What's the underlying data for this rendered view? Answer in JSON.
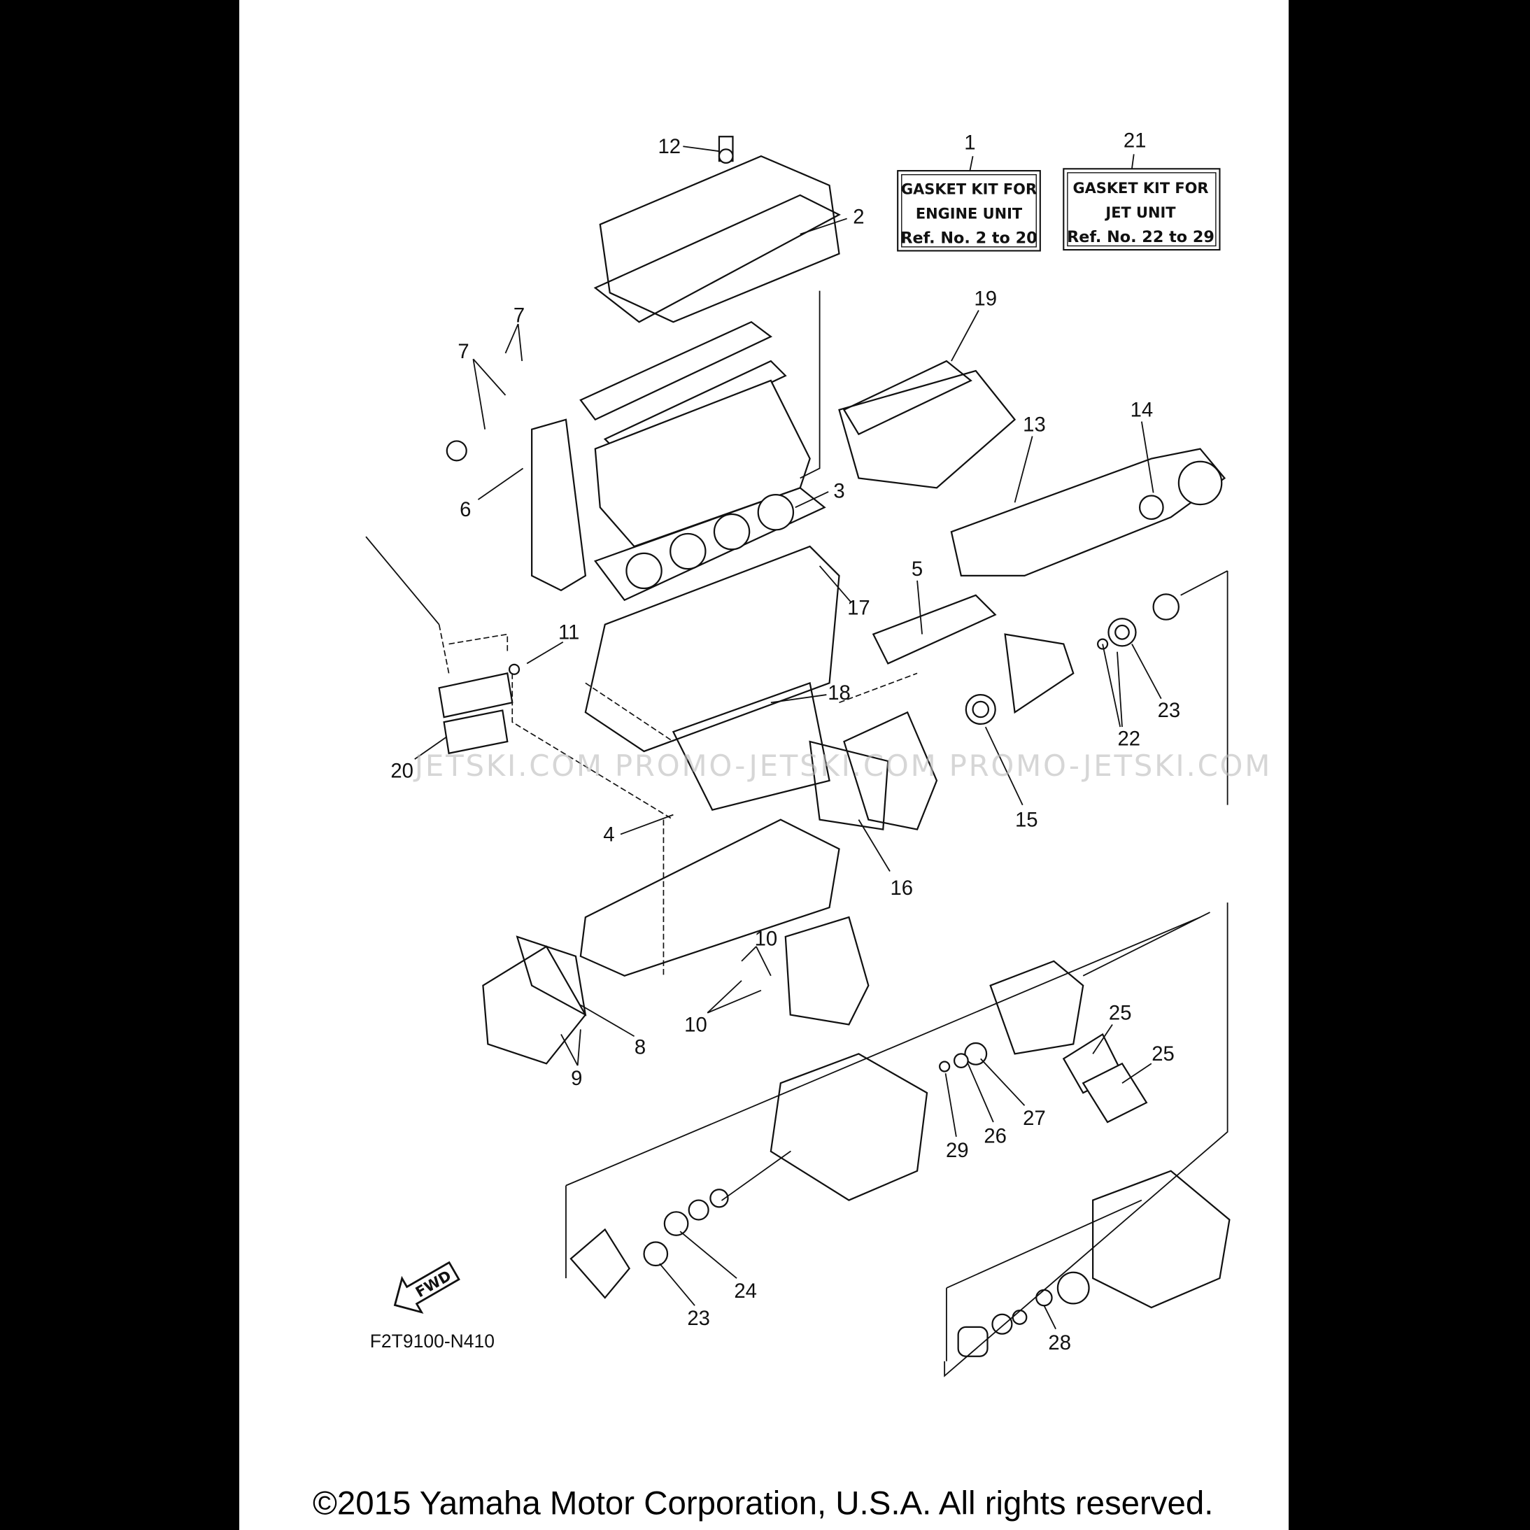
{
  "kits": [
    {
      "number": "1",
      "line1": "GASKET KIT FOR",
      "line2": "ENGINE UNIT",
      "line3": "Ref. No. 2 to 20"
    },
    {
      "number": "21",
      "line1": "GASKET KIT FOR",
      "line2": "JET UNIT",
      "line3": "Ref. No. 22 to 29"
    }
  ],
  "callouts": [
    "12",
    "2",
    "19",
    "7",
    "7",
    "13",
    "14",
    "6",
    "3",
    "5",
    "17",
    "11",
    "18",
    "23",
    "22",
    "20",
    "15",
    "4",
    "16",
    "10",
    "10",
    "25",
    "25",
    "8",
    "9",
    "27",
    "26",
    "29",
    "24",
    "23",
    "28"
  ],
  "fwd_label": "FWD",
  "diagram_code": "F2T9100-N410",
  "watermark": "JETSKI.COM   PROMO-JETSKI.COM   PROMO-JETSKI.COM",
  "copyright": "©2015 Yamaha Motor Corporation, U.S.A. All rights reserved."
}
